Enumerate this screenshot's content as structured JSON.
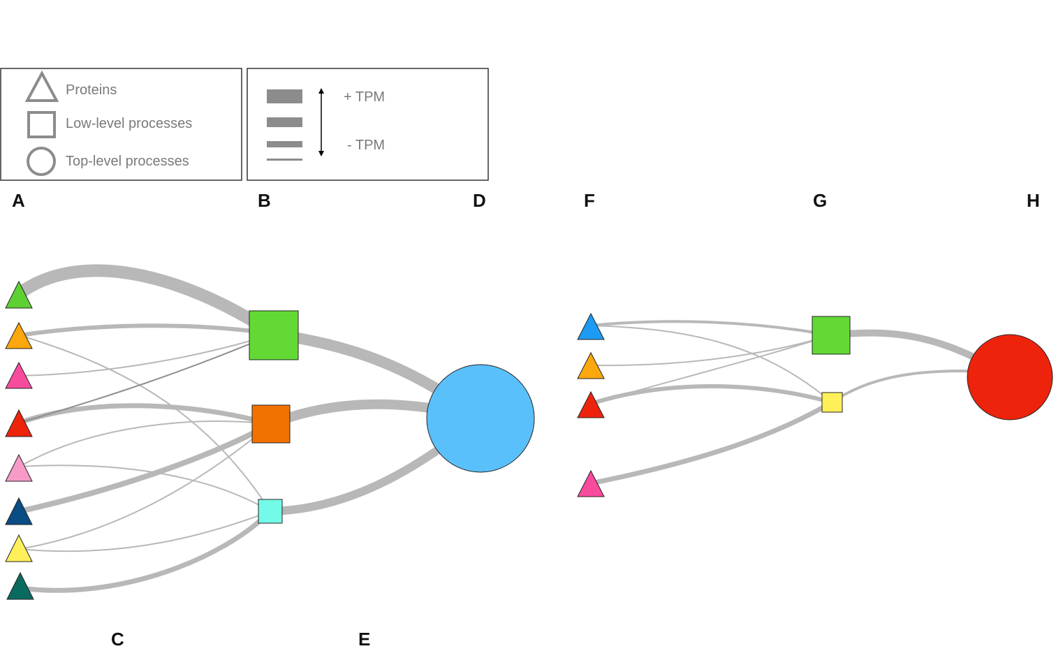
{
  "legend": {
    "shapes": {
      "triangle_label": "Proteins",
      "square_label": "Low-level processes",
      "circle_label": "Top-level processes"
    },
    "widths": {
      "plus_label": "+ TPM",
      "minus_label": "- TPM"
    }
  },
  "panel_labels": [
    "A",
    "B",
    "D",
    "F",
    "G",
    "H",
    "C",
    "E"
  ],
  "colors": {
    "edge": "#b8b8b8",
    "edge_dark": "#8f8f8f",
    "legend_gray": "#8c8c8c",
    "blue_circle": "#5ac0fb",
    "red_circle": "#ee230c",
    "green_square": "#63d935",
    "orange_square": "#f27200",
    "cyan_square": "#73fbe8",
    "yellow_square": "#fff05a"
  },
  "networks": [
    {
      "id": "left",
      "proteins": [
        {
          "color": "#5dd133"
        },
        {
          "color": "#fba70d"
        },
        {
          "color": "#f94b9d"
        },
        {
          "color": "#ee230c"
        },
        {
          "color": "#f79ac8"
        },
        {
          "color": "#0a4c84"
        },
        {
          "color": "#fef05a"
        },
        {
          "color": "#0b6a60"
        }
      ],
      "low_level": [
        {
          "color": "#63d935"
        },
        {
          "color": "#f27200"
        },
        {
          "color": "#73fbe8"
        }
      ],
      "top_level": [
        {
          "color": "#5ac0fb"
        }
      ]
    },
    {
      "id": "right",
      "proteins": [
        {
          "color": "#1d9af2"
        },
        {
          "color": "#fba70d"
        },
        {
          "color": "#ee230c"
        },
        {
          "color": "#f94b9d"
        }
      ],
      "low_level": [
        {
          "color": "#63d935"
        },
        {
          "color": "#fff05a"
        }
      ],
      "top_level": [
        {
          "color": "#ee230c"
        }
      ]
    }
  ]
}
